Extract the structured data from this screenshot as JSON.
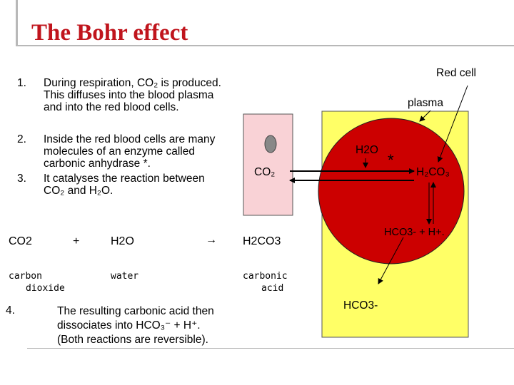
{
  "title": "The Bohr effect",
  "points": [
    {
      "num": "1.",
      "lines": [
        "During respiration, CO₂ is produced.",
        "This diffuses into the blood plasma",
        "and into the red blood cells."
      ]
    },
    {
      "num": "2.",
      "lines": [
        "Inside the red blood cells are many",
        "molecules of an enzyme called",
        "carbonic anhydrase *."
      ]
    },
    {
      "num": "3.",
      "lines": [
        "It catalyses the reaction between",
        "CO₂ and H₂O."
      ]
    }
  ],
  "equation": {
    "reactant1": "CO2",
    "plus": "+",
    "reactant2": "H2O",
    "arrow": "→",
    "product": "H2CO3",
    "label1a": "carbon",
    "label1b": "dioxide",
    "label2": "water",
    "label3a": "carbonic",
    "label3b": "acid"
  },
  "point4": {
    "num": "4.",
    "lines": [
      "The resulting carbonic acid then",
      "dissociates into HCO₃⁻ + H⁺.",
      "(Both reactions are reversible)."
    ]
  },
  "diagram": {
    "red_cell_label": "Red cell",
    "plasma_label": "plasma",
    "co2_label": "CO₂",
    "h2o_label": "H2O",
    "star": "*",
    "h2co3_label": "H₂CO₃",
    "hco3_h_label": "HCO3- + H+.",
    "hco3_out_label": "HCO3-",
    "colors": {
      "plasma_fill": "#ffff66",
      "cell_fill": "#cc0000",
      "small_cell_fill": "#f9d2d6",
      "nucleus_fill": "#888888",
      "title": "#c0141c"
    }
  }
}
